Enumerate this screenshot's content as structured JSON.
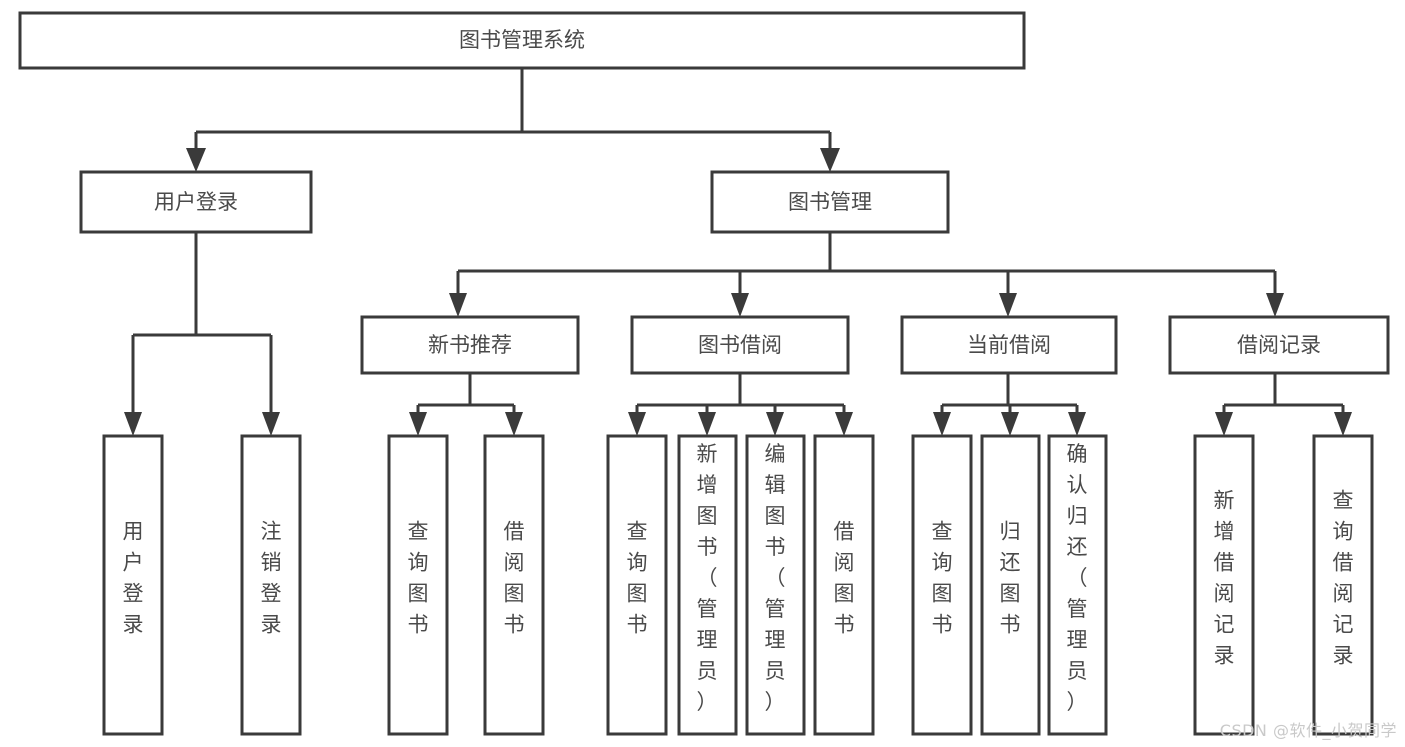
{
  "title": "图书管理系统",
  "watermark": "CSDN @软件_小贺同学",
  "nodes": {
    "root": {
      "label": "图书管理系统"
    },
    "level2": [
      {
        "label": "用户登录"
      },
      {
        "label": "图书管理"
      }
    ],
    "level3": [
      {
        "label": "新书推荐"
      },
      {
        "label": "图书借阅"
      },
      {
        "label": "当前借阅"
      },
      {
        "label": "借阅记录"
      }
    ],
    "leaves": {
      "user_login": [
        {
          "label": "用户登录"
        },
        {
          "label": "注销登录"
        }
      ],
      "new_book_recommend": [
        {
          "label": "查询图书"
        },
        {
          "label": "借阅图书"
        }
      ],
      "book_borrow": [
        {
          "label": "查询图书"
        },
        {
          "label": "新增图书（管理员）"
        },
        {
          "label": "编辑图书（管理员）"
        },
        {
          "label": "借阅图书"
        }
      ],
      "current_borrow": [
        {
          "label": "查询图书"
        },
        {
          "label": "归还图书"
        },
        {
          "label": "确认归还（管理员）"
        }
      ],
      "borrow_record": [
        {
          "label": "新增借阅记录"
        },
        {
          "label": "查询借阅记录"
        }
      ]
    }
  },
  "colors": {
    "stroke": "#3a3a3a",
    "fill": "#ffffff",
    "text": "#4a4a4a",
    "watermark": "#c9c9c9"
  },
  "chart_data": {
    "type": "tree-diagram",
    "title": "图书管理系统",
    "levels": 4,
    "tree": {
      "name": "图书管理系统",
      "children": [
        {
          "name": "用户登录",
          "children": [
            {
              "name": "用户登录"
            },
            {
              "name": "注销登录"
            }
          ]
        },
        {
          "name": "图书管理",
          "children": [
            {
              "name": "新书推荐",
              "children": [
                {
                  "name": "查询图书"
                },
                {
                  "name": "借阅图书"
                }
              ]
            },
            {
              "name": "图书借阅",
              "children": [
                {
                  "name": "查询图书"
                },
                {
                  "name": "新增图书（管理员）"
                },
                {
                  "name": "编辑图书（管理员）"
                },
                {
                  "name": "借阅图书"
                }
              ]
            },
            {
              "name": "当前借阅",
              "children": [
                {
                  "name": "查询图书"
                },
                {
                  "name": "归还图书"
                },
                {
                  "name": "确认归还（管理员）"
                }
              ]
            },
            {
              "name": "借阅记录",
              "children": [
                {
                  "name": "新增借阅记录"
                },
                {
                  "name": "查询借阅记录"
                }
              ]
            }
          ]
        }
      ]
    }
  }
}
